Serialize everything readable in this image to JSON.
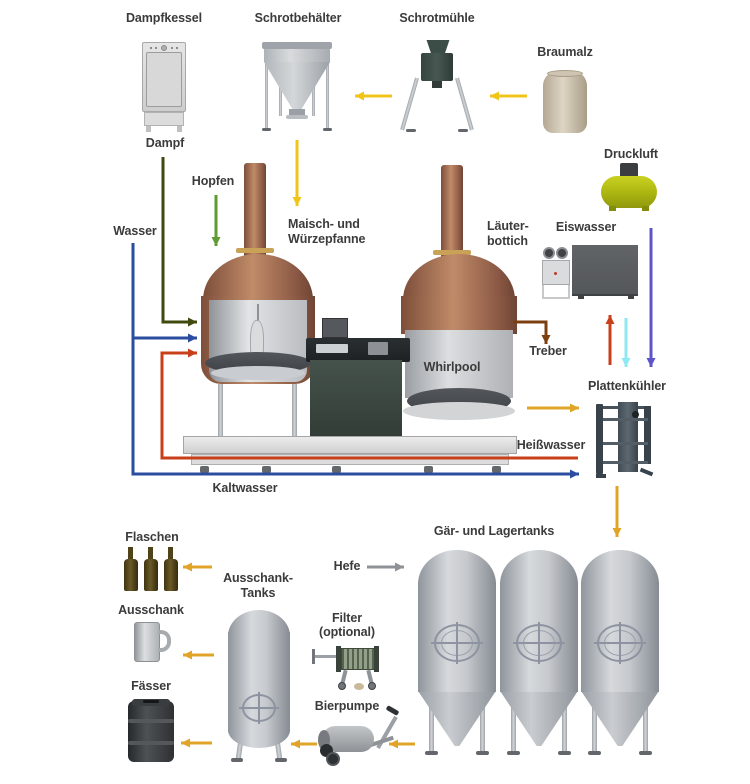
{
  "colors": {
    "background": "#ffffff",
    "label_text": "#3b3b3b",
    "yellow": "#F0C419",
    "gold": "#DFA428",
    "green": "#5E9C33",
    "dark_olive": "#3F4A0E",
    "blue": "#2A4DA0",
    "red": "#C8401A",
    "brown": "#7C3F0F",
    "cyan": "#8FE9F2",
    "violet": "#5D54C9",
    "gray": "#8F9296",
    "copper": "#B0795B",
    "steel": "#C6C9CD",
    "druckluft_tank": "#B3BC14",
    "cabinet_green": "#3C4A42"
  },
  "labels": {
    "dampfkessel": "Dampfkessel",
    "schrotbehaelter": "Schrotbehälter",
    "schrotmuehle": "Schrotmühle",
    "braumalz": "Braumalz",
    "dampf": "Dampf",
    "hopfen": "Hopfen",
    "wasser": "Wasser",
    "maisch_line1": "Maisch- und",
    "maisch_line2": "Würzepfanne",
    "laeuter_line1": "Läuter-",
    "laeuter_line2": "bottich",
    "eiswasser": "Eiswasser",
    "druckluft": "Druckluft",
    "whirlpool": "Whirlpool",
    "treber": "Treber",
    "plattenkuehler": "Plattenkühler",
    "heisswasser": "Heißwasser",
    "kaltwasser": "Kaltwasser",
    "gaer_lagertanks": "Gär- und Lagertanks",
    "hefe": "Hefe",
    "flaschen": "Flaschen",
    "ausschank_tanks_line1": "Ausschank-",
    "ausschank_tanks_line2": "Tanks",
    "ausschank": "Ausschank",
    "filter_line1": "Filter",
    "filter_line2": "(optional)",
    "faesser": "Fässer",
    "bierpumpe": "Bierpumpe"
  },
  "connections": [
    {
      "from": "Braumalz",
      "to": "Schrotmühle",
      "color": "yellow"
    },
    {
      "from": "Schrotmühle",
      "to": "Schrotbehälter",
      "color": "yellow"
    },
    {
      "from": "Schrotbehälter",
      "to": "Maisch- und Würzepfanne",
      "color": "yellow"
    },
    {
      "from": "Dampfkessel",
      "to": "Maisch- und Würzepfanne",
      "color": "dark_olive",
      "label": "Dampf"
    },
    {
      "from": "Hopfen",
      "to": "Maisch- und Würzepfanne",
      "color": "green"
    },
    {
      "from": "Wasser",
      "to": "Maisch- und Würzepfanne",
      "color": "blue"
    },
    {
      "from": "Wasser",
      "to": "Plattenkühler",
      "color": "blue",
      "label": "Kaltwasser"
    },
    {
      "from": "Plattenkühler",
      "to": "Maisch- und Würzepfanne",
      "color": "red",
      "label": "Heißwasser"
    },
    {
      "from": "Läuterbottich",
      "to": "Treber",
      "color": "brown"
    },
    {
      "from": "Whirlpool",
      "to": "Plattenkühler",
      "color": "gold"
    },
    {
      "from": "Plattenkühler",
      "to": "Eiswasser",
      "color": "red"
    },
    {
      "from": "Eiswasser",
      "to": "Plattenkühler",
      "color": "cyan"
    },
    {
      "from": "Druckluft",
      "to": "Plattenkühler",
      "color": "violet"
    },
    {
      "from": "Plattenkühler",
      "to": "Gär- und Lagertanks",
      "color": "gold"
    },
    {
      "from": "Hefe",
      "to": "Gär- und Lagertanks",
      "color": "gray"
    },
    {
      "from": "Gär- und Lagertanks",
      "to": "Bierpumpe",
      "color": "gold"
    },
    {
      "from": "Bierpumpe",
      "to": "Ausschank-Tanks",
      "color": "gold"
    },
    {
      "from": "Ausschank-Tanks",
      "to": "Flaschen",
      "color": "gold"
    },
    {
      "from": "Ausschank-Tanks",
      "to": "Ausschank",
      "color": "gold"
    },
    {
      "from": "Ausschank-Tanks",
      "to": "Fässer",
      "color": "gold"
    }
  ]
}
